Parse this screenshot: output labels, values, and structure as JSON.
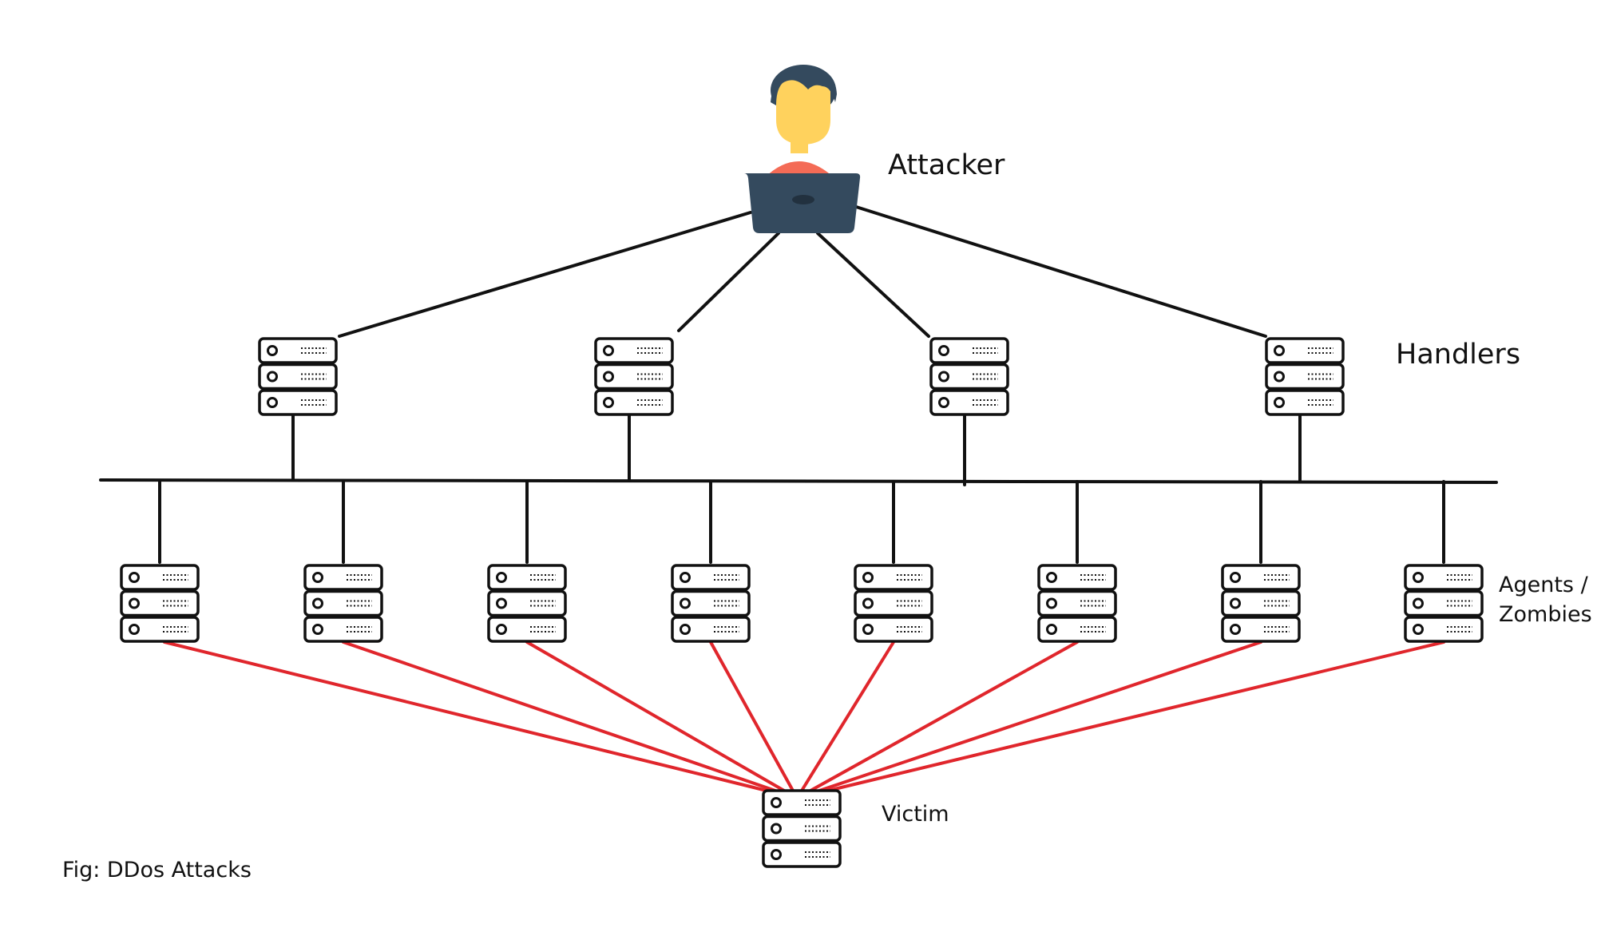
{
  "labels": {
    "attacker": "Attacker",
    "handlers": "Handlers",
    "agents_line1": "Agents /",
    "agents_line2": "Zombies",
    "victim": "Victim"
  },
  "caption": "Fig: DDos Attacks",
  "counts": {
    "handlers": 4,
    "agents": 8
  },
  "colors": {
    "background": "#ffffff",
    "line": "#111111",
    "attack_line": "#e0262c",
    "laptop": "#344a5e",
    "hair": "#344a5e",
    "face": "#ffd25d",
    "shirt": "#f46b56"
  },
  "icons": {
    "attacker": "person-with-laptop-icon",
    "server": "server-rack-icon"
  }
}
